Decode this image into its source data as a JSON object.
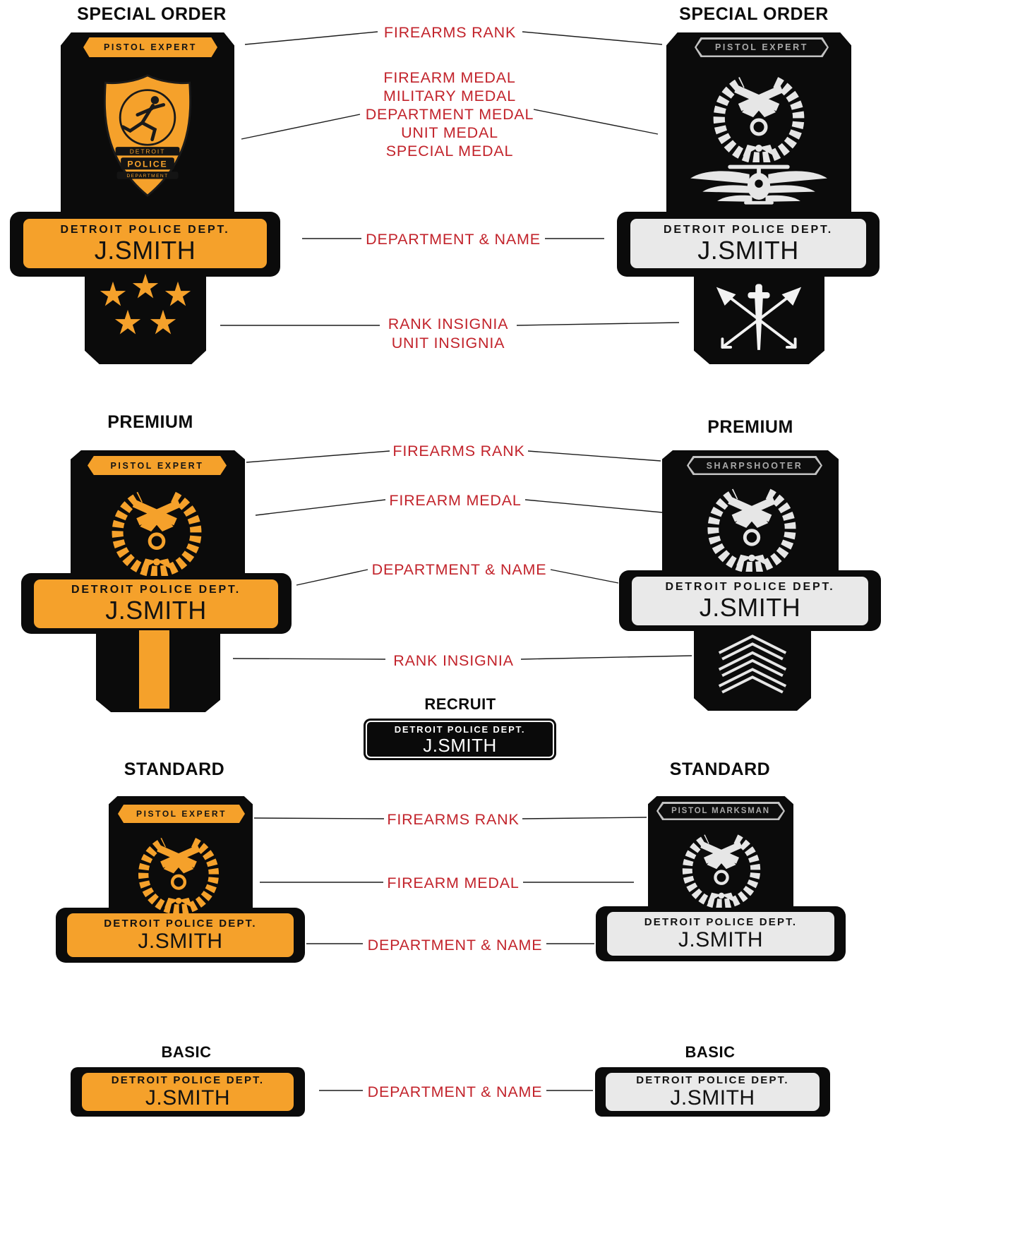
{
  "colors": {
    "background": "#ffffff",
    "badge_black": "#0b0b0b",
    "orange": "#f5a12b",
    "silver": "#e9e9e9",
    "label_red": "#c2232b",
    "banner_gray": "#a9a9a9"
  },
  "sections": {
    "special_order": {
      "left_heading": "SPECIAL ORDER",
      "right_heading": "SPECIAL ORDER",
      "left": {
        "banner": "PISTOL EXPERT",
        "emblem": {
          "line1": "DETROIT",
          "line2": "POLICE",
          "line3": "DEPARTMENT"
        },
        "dept": "DETROIT POLICE DEPT.",
        "name": "J.SMITH"
      },
      "right": {
        "banner": "PISTOL EXPERT",
        "dept": "DETROIT POLICE DEPT.",
        "name": "J.SMITH"
      },
      "labels": {
        "firearms_rank": "FIREARMS RANK",
        "medals": [
          "FIREARM MEDAL",
          "MILITARY MEDAL",
          "DEPARTMENT MEDAL",
          "UNIT MEDAL",
          "SPECIAL MEDAL"
        ],
        "dept_name": "DEPARTMENT & NAME",
        "insignia": [
          "RANK INSIGNIA",
          "UNIT INSIGNIA"
        ]
      }
    },
    "premium": {
      "left_heading": "PREMIUM",
      "right_heading": "PREMIUM",
      "left": {
        "banner": "PISTOL EXPERT",
        "dept": "DETROIT POLICE DEPT.",
        "name": "J.SMITH"
      },
      "right": {
        "banner": "SHARPSHOOTER",
        "dept": "DETROIT POLICE DEPT.",
        "name": "J.SMITH"
      },
      "labels": {
        "firearms_rank": "FIREARMS RANK",
        "firearm_medal": "FIREARM MEDAL",
        "dept_name": "DEPARTMENT & NAME",
        "rank_insignia": "RANK INSIGNIA"
      }
    },
    "recruit": {
      "heading": "RECRUIT",
      "plate": {
        "dept": "DETROIT POLICE DEPT.",
        "name": "J.SMITH"
      }
    },
    "standard": {
      "left_heading": "STANDARD",
      "right_heading": "STANDARD",
      "left": {
        "banner": "PISTOL EXPERT",
        "dept": "DETROIT POLICE DEPT.",
        "name": "J.SMITH"
      },
      "right": {
        "banner": "PISTOL MARKSMAN",
        "dept": "DETROIT POLICE DEPT.",
        "name": "J.SMITH"
      },
      "labels": {
        "firearms_rank": "FIREARMS RANK",
        "firearm_medal": "FIREARM MEDAL",
        "dept_name": "DEPARTMENT & NAME"
      }
    },
    "basic": {
      "left_heading": "BASIC",
      "right_heading": "BASIC",
      "left": {
        "dept": "DETROIT POLICE DEPT.",
        "name": "J.SMITH"
      },
      "right": {
        "dept": "DETROIT POLICE DEPT.",
        "name": "J.SMITH"
      },
      "labels": {
        "dept_name": "DEPARTMENT & NAME"
      }
    }
  }
}
